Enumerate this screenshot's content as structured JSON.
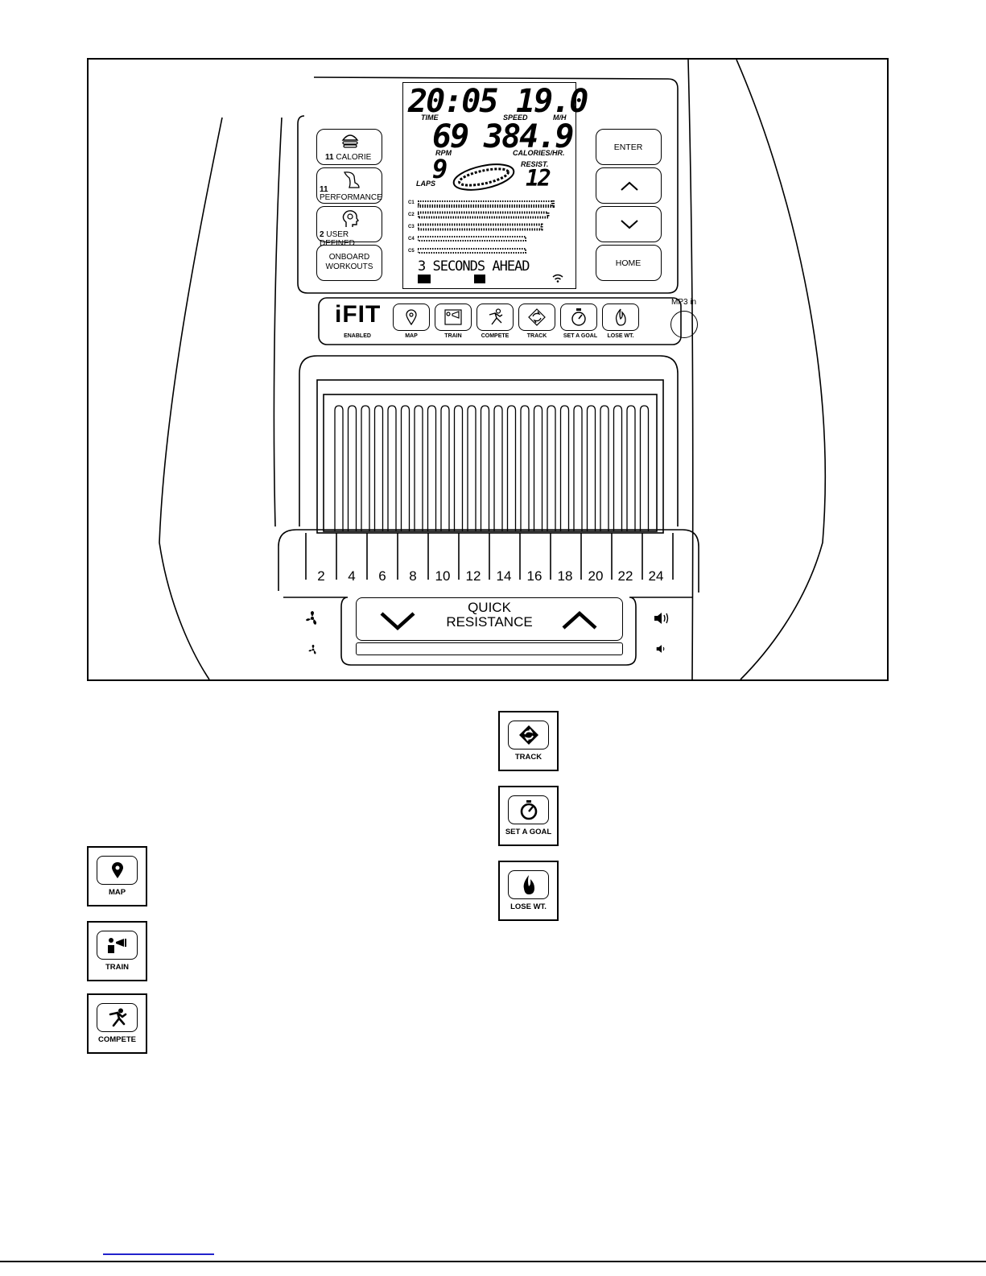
{
  "console": {
    "lcd": {
      "time_value": "20:05",
      "speed_value": "19.0",
      "time_label": "TIME",
      "speed_label": "SPEED",
      "speed_unit": "M/H",
      "rpm_value": "69",
      "calories_value": "384.9",
      "rpm_label": "RPM",
      "calories_label": "CALORIES/HR.",
      "laps_value": "9",
      "laps_label": "LAPS",
      "resist_label": "RESIST.",
      "resist_value": "12",
      "channel_labels": [
        "C1",
        "C2",
        "C3",
        "C4",
        "C5"
      ],
      "message": "3 SECONDS AHEAD"
    },
    "left_buttons": [
      {
        "number": "11",
        "label": "CALORIE"
      },
      {
        "number": "11",
        "label": "PERFORMANCE"
      },
      {
        "number": "2",
        "label": "USER DEFINED"
      },
      {
        "number": "",
        "label": "ONBOARD WORKOUTS"
      }
    ],
    "right_buttons": {
      "enter": "ENTER",
      "home": "HOME"
    },
    "ifit_bar": {
      "logo": "iFIT",
      "enabled": "ENABLED",
      "buttons": [
        "MAP",
        "TRAIN",
        "COMPETE",
        "TRACK",
        "SET A GOAL",
        "LOSE WT."
      ]
    },
    "mp3_label": "MP3 in",
    "resistance_scale": [
      "2",
      "4",
      "6",
      "8",
      "10",
      "12",
      "14",
      "16",
      "18",
      "20",
      "22",
      "24"
    ],
    "quick_resistance": {
      "line1": "QUICK",
      "line2": "RESISTANCE"
    }
  },
  "cards_left": [
    {
      "label": "MAP",
      "icon": "map-pin-icon"
    },
    {
      "label": "TRAIN",
      "icon": "trainer-megaphone-icon"
    },
    {
      "label": "COMPETE",
      "icon": "runner-icon"
    }
  ],
  "cards_right": [
    {
      "label": "TRACK",
      "icon": "track-arrows-icon"
    },
    {
      "label": "SET A GOAL",
      "icon": "stopwatch-icon"
    },
    {
      "label": "LOSE WT.",
      "icon": "flame-icon"
    }
  ],
  "colors": {
    "ink": "#000000",
    "paper": "#ffffff",
    "link": "#2222cc"
  }
}
